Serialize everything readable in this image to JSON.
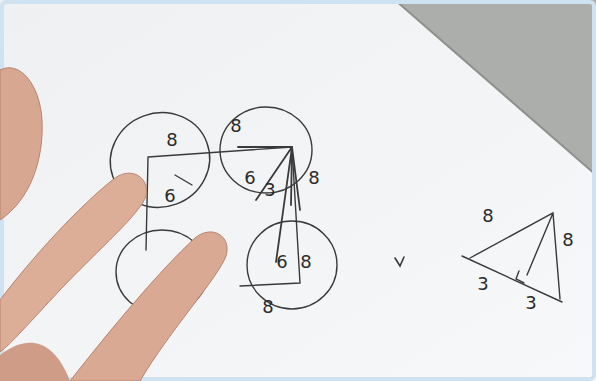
{
  "diagram": {
    "labels": [
      "8",
      "6",
      "8",
      "6",
      "3",
      "8",
      "6",
      "8",
      "8",
      "8",
      "8",
      "3",
      "3"
    ]
  }
}
